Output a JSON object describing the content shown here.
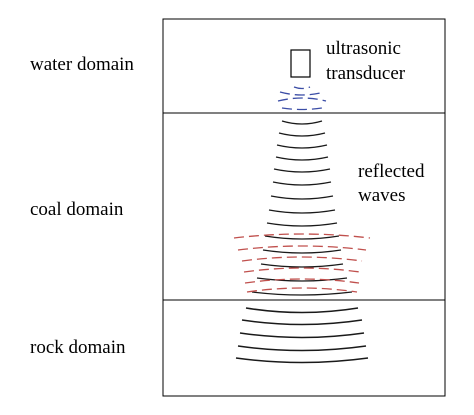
{
  "domains": {
    "water_label": "water domain",
    "coal_label": "coal domain",
    "rock_label": "rock domain"
  },
  "transducer": {
    "label_line1": "ultrasonic",
    "label_line2": "transducer"
  },
  "reflected": {
    "label_line1": "reflected",
    "label_line2": "waves"
  },
  "colors": {
    "frame": "#000000",
    "outgoing_wave": "#1a1a1a",
    "reflected_wave": "#c0504d",
    "transducer_wave": "#3b4da6"
  }
}
